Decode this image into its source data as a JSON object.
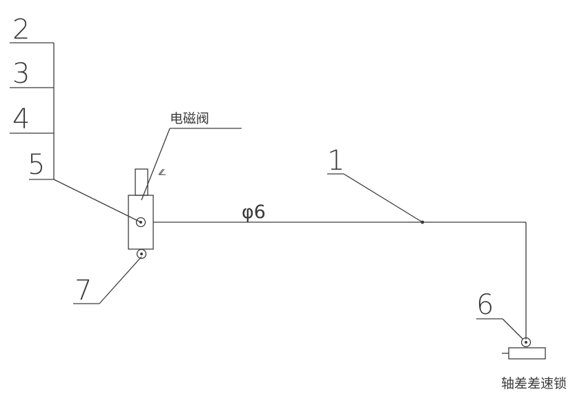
{
  "labels": {
    "item_2": "2",
    "item_3": "3",
    "item_4": "4",
    "item_5": "5",
    "item_1": "1",
    "item_6": "6",
    "item_7": "7",
    "solenoid_valve": "电磁阀",
    "pipe_diameter": "φ6",
    "axle_diff_lock": "轴差差速锁"
  }
}
